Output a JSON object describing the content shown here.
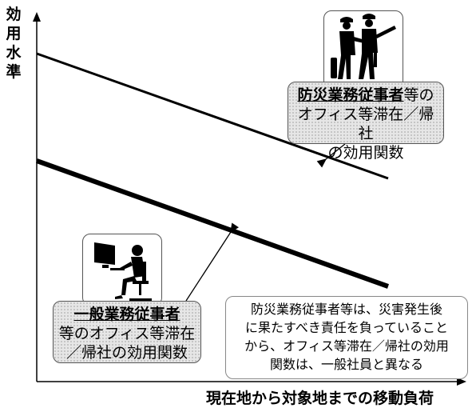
{
  "y_axis_label": [
    "効",
    "用",
    "水",
    "準"
  ],
  "x_axis_label": "現在地から対象地までの移動負荷",
  "disaster_box": {
    "bold": "防災業務従事者",
    "rest": "等の",
    "line2": "オフィス等滞在／帰社",
    "line3": "の効用関数"
  },
  "general_box": {
    "bold": "一般業務従事者",
    "line2": "等のオフィス等滞在",
    "line3": "／帰社の効用関数"
  },
  "note_lines": [
    "防災業務従事者等は、災害発生後",
    "に果たすべき責任を負っていること",
    "から、オフィス等滞在／帰社の効用",
    "関数は、一般社員と異なる"
  ],
  "icons": [
    "firefighters-icon",
    "office-worker-icon"
  ]
}
